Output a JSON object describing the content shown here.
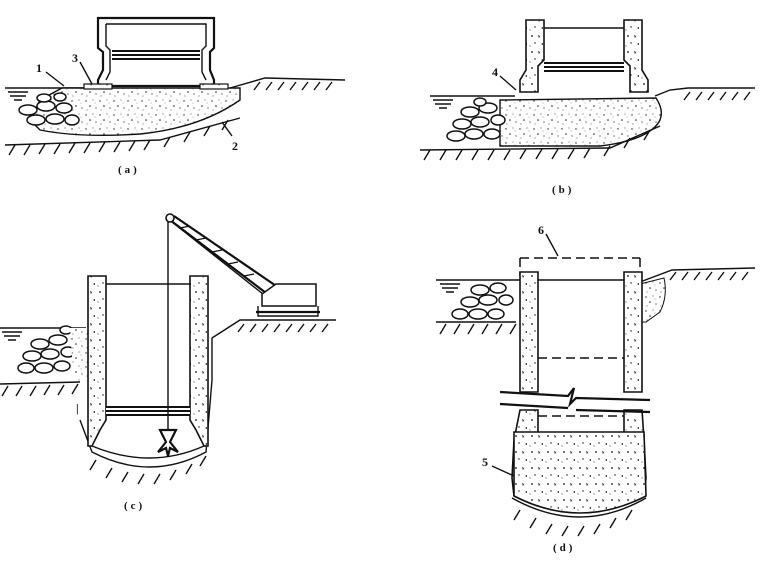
{
  "labels": {
    "p1": "1",
    "p2": "2",
    "p3": "3",
    "p4": "4",
    "p5": "5",
    "p6": "6"
  },
  "captions": {
    "a": "(a)",
    "b": "(b)",
    "c": "(c)",
    "d": "(d)"
  }
}
